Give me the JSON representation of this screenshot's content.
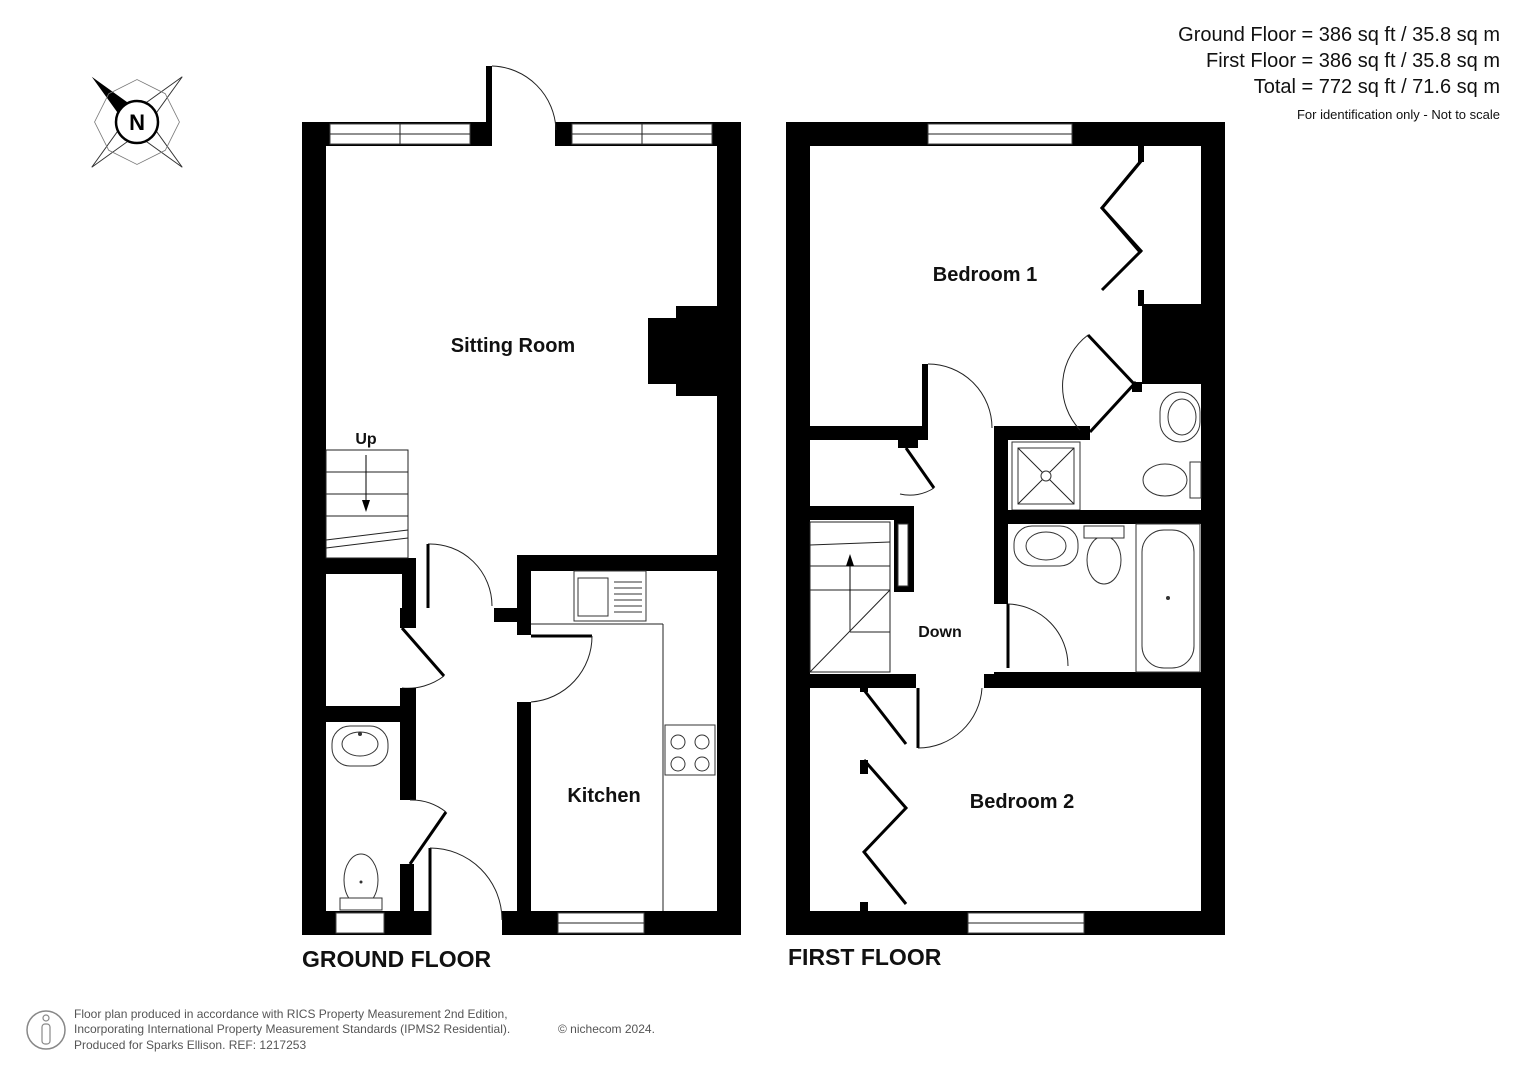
{
  "areas": {
    "ground": "Ground Floor = 386 sq ft / 35.8 sq m",
    "first": "First Floor = 386 sq ft / 35.8 sq m",
    "total": "Total = 772 sq ft / 71.6 sq m",
    "note": "For identification only - Not to scale"
  },
  "compass": {
    "letter": "N"
  },
  "ground_floor": {
    "title": "GROUND FLOOR",
    "rooms": {
      "sitting_room": "Sitting Room",
      "kitchen": "Kitchen"
    },
    "stairs_label": "Up"
  },
  "first_floor": {
    "title": "FIRST FLOOR",
    "rooms": {
      "bedroom1": "Bedroom 1",
      "bedroom2": "Bedroom 2"
    },
    "stairs_label": "Down"
  },
  "footer": {
    "line1": "Floor plan produced in accordance with RICS Property Measurement 2nd Edition,",
    "line2": "Incorporating International Property Measurement Standards (IPMS2 Residential).",
    "copyright": "© nichecom 2024.",
    "line3": "Produced for Sparks Ellison.   REF: 1217253"
  }
}
